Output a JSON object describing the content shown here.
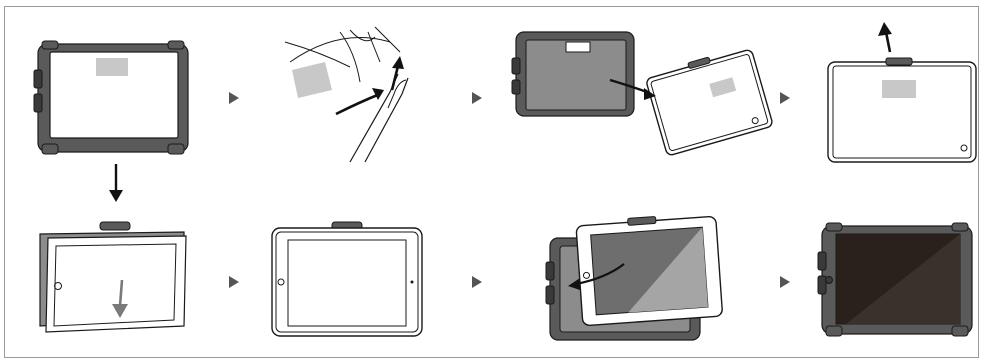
{
  "colors": {
    "case_dark": "#5a5a5a",
    "case_mid": "#8c8c8c",
    "case_light": "#b5b5b5",
    "screen_dark": "#2a211c",
    "screen_gray": "#6e6e6e",
    "sticker": "#c8c8c8",
    "arrow": "#111111",
    "arrow_gray": "#7a7a7a",
    "line": "#1a1a1a",
    "border": "#9a9a9a"
  },
  "steps": [
    {
      "id": 1,
      "icon": "case-with-sticker-icon"
    },
    {
      "id": 2,
      "icon": "peel-film-hand-icon"
    },
    {
      "id": 3,
      "icon": "remove-backplate-icon"
    },
    {
      "id": 4,
      "icon": "lift-frame-up-icon"
    },
    {
      "id": 5,
      "icon": "insert-ipad-bottom-icon"
    },
    {
      "id": 6,
      "icon": "ipad-in-frame-icon"
    },
    {
      "id": 7,
      "icon": "insert-into-case-icon"
    },
    {
      "id": 8,
      "icon": "assembled-case-icon"
    }
  ],
  "connectors": [
    "next-step-arrow-icon",
    "down-arrow-icon"
  ]
}
